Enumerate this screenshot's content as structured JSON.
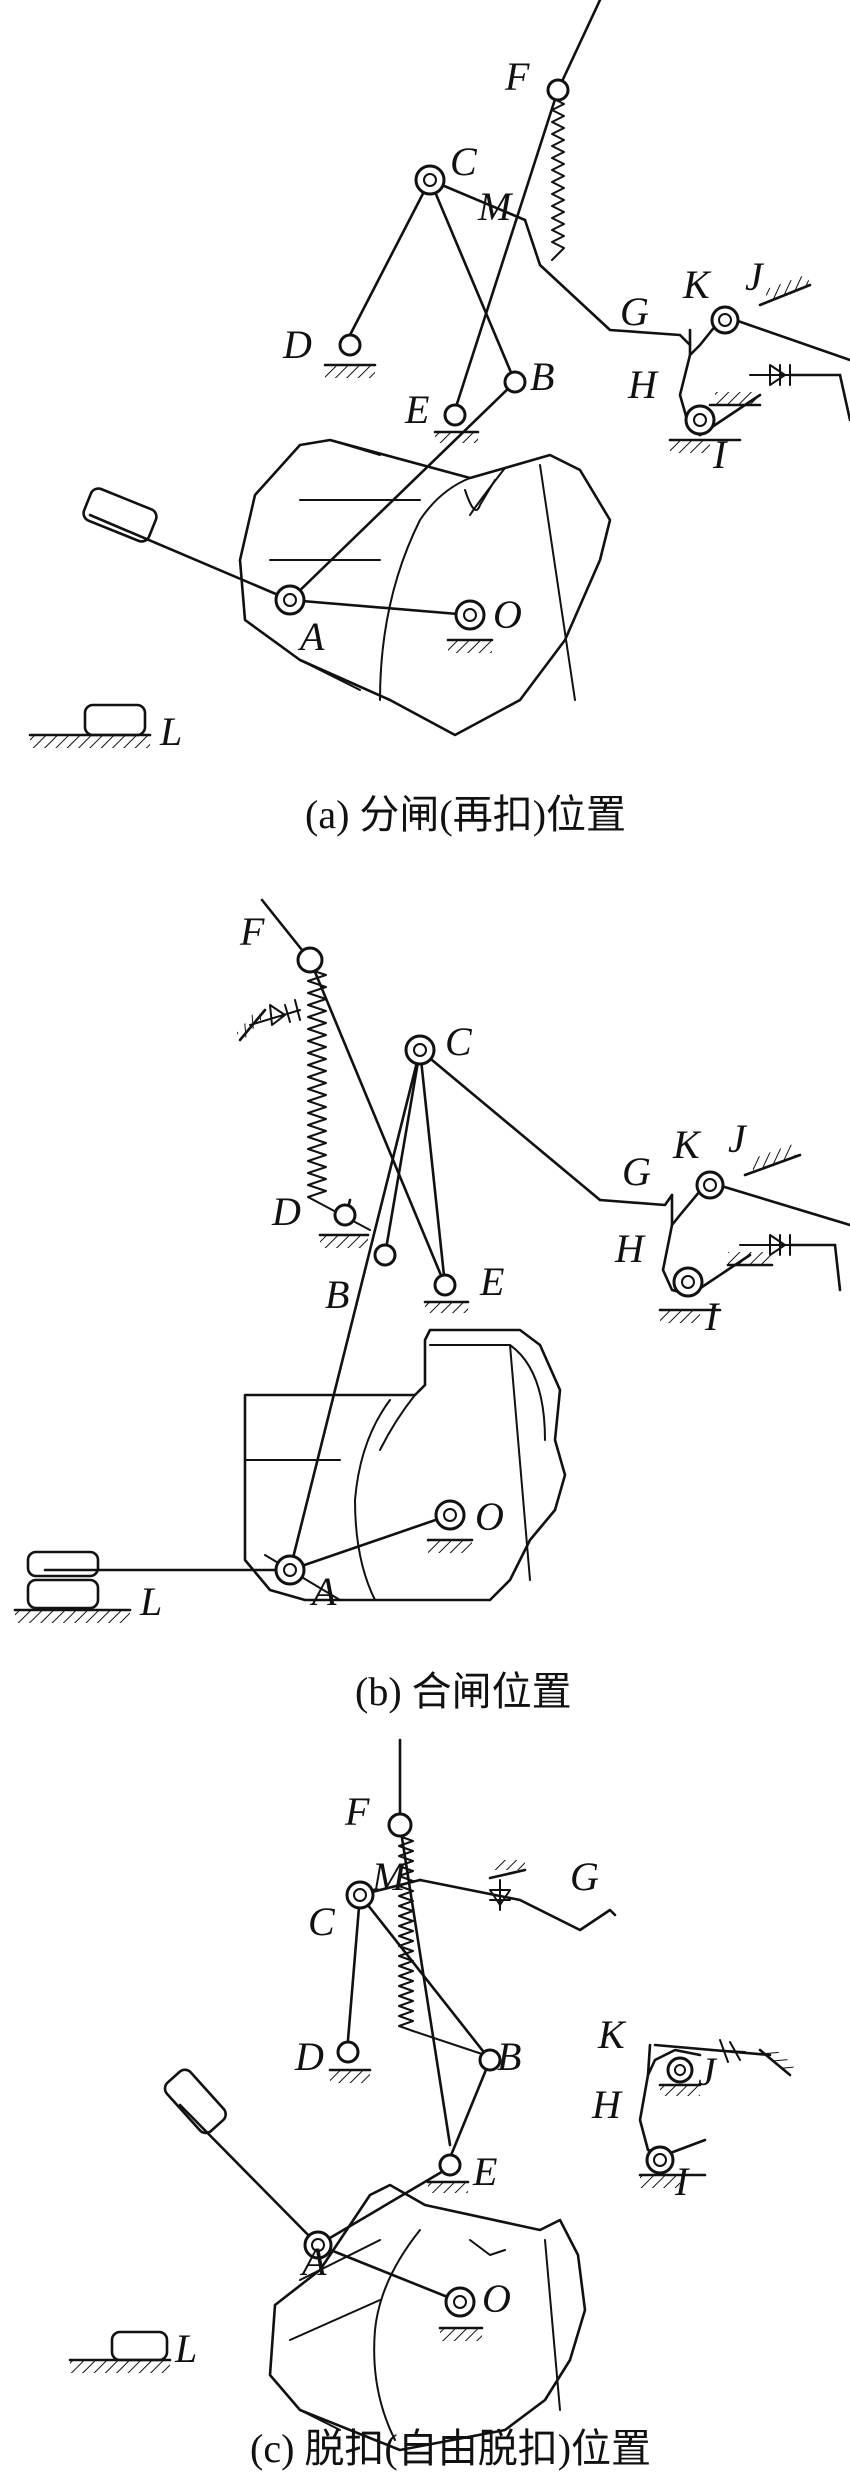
{
  "panels": [
    {
      "caption": "(a)  分闸(再扣)位置",
      "labels": {
        "F": "F",
        "C": "C",
        "M": "M",
        "D": "D",
        "E": "E",
        "B": "B",
        "G": "G",
        "K": "K",
        "J": "J",
        "H": "H",
        "I": "I",
        "A": "A",
        "O": "O",
        "L": "L"
      }
    },
    {
      "caption": "(b)  合闸位置",
      "labels": {
        "F": "F",
        "C": "C",
        "D": "D",
        "B": "B",
        "E": "E",
        "G": "G",
        "K": "K",
        "J": "J",
        "H": "H",
        "I": "I",
        "A": "A",
        "O": "O",
        "L": "L"
      }
    },
    {
      "caption": "(c)  脱扣(自由脱扣)位置",
      "labels": {
        "F": "F",
        "M": "M",
        "C": "C",
        "G": "G",
        "D": "D",
        "B": "B",
        "E": "E",
        "K": "K",
        "J": "J",
        "H": "H",
        "I": "I",
        "A": "A",
        "O": "O",
        "L": "L"
      }
    }
  ]
}
